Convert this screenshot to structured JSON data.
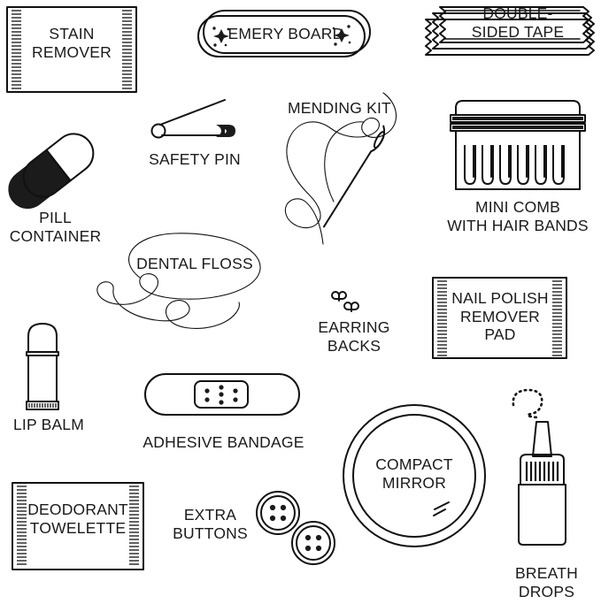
{
  "poster": {
    "title": "Travel Emergency Kit Items",
    "background_color": "#ffffff",
    "ink_color": "#111111",
    "item_count": 16
  },
  "items": [
    {
      "id": "stain-remover",
      "name": "stain-remover",
      "label": "STAIN\nREMOVER",
      "label_position": "inside",
      "icon": "sachet-packet-icon"
    },
    {
      "id": "emery-board",
      "name": "emery-board",
      "label": "EMERY BOARD",
      "label_position": "inside",
      "icon": "nail-file-icon"
    },
    {
      "id": "double-sided-tape",
      "name": "double-sided-tape",
      "label": "DOUBLE-\nSIDED TAPE",
      "label_position": "inside",
      "icon": "tape-strips-icon"
    },
    {
      "id": "pill-container",
      "name": "pill-container",
      "label": "PILL\nCONTAINER",
      "label_position": "below",
      "icon": "capsule-icon"
    },
    {
      "id": "safety-pin",
      "name": "safety-pin",
      "label": "SAFETY PIN",
      "label_position": "below",
      "icon": "safety-pin-icon"
    },
    {
      "id": "mending-kit",
      "name": "mending-kit",
      "label": "MENDING KIT",
      "label_position": "above",
      "icon": "needle-and-thread-icon"
    },
    {
      "id": "mini-comb",
      "name": "mini-comb-with-hair-bands",
      "label": "MINI COMB\nWITH HAIR BANDS",
      "label_position": "below",
      "icon": "comb-icon",
      "teeth": 11,
      "hair_bands": 2
    },
    {
      "id": "dental-floss",
      "name": "dental-floss",
      "label": "DENTAL FLOSS",
      "label_position": "inside",
      "icon": "floss-thread-icon"
    },
    {
      "id": "earring-backs",
      "name": "earring-backs",
      "label": "EARRING\nBACKS",
      "label_position": "below",
      "icon": "earring-back-icon",
      "count": 2
    },
    {
      "id": "nail-polish-remover-pad",
      "name": "nail-polish-remover-pad",
      "label": "NAIL POLISH\nREMOVER\nPAD",
      "label_position": "inside",
      "icon": "sachet-packet-icon"
    },
    {
      "id": "lip-balm",
      "name": "lip-balm",
      "label": "LIP BALM",
      "label_position": "below",
      "icon": "lip-balm-tube-icon"
    },
    {
      "id": "adhesive-bandage",
      "name": "adhesive-bandage",
      "label": "ADHESIVE BANDAGE",
      "label_position": "below",
      "icon": "bandage-icon",
      "pad_holes": 7
    },
    {
      "id": "deodorant-towelette",
      "name": "deodorant-towelette",
      "label": "DEODORANT\nTOWELETTE",
      "label_position": "inside",
      "icon": "sachet-packet-icon"
    },
    {
      "id": "extra-buttons",
      "name": "extra-buttons",
      "label": "EXTRA\nBUTTONS",
      "label_position": "left",
      "icon": "button-icon",
      "count": 2,
      "holes_each": 4
    },
    {
      "id": "compact-mirror",
      "name": "compact-mirror",
      "label": "COMPACT\nMIRROR",
      "label_position": "inside",
      "icon": "round-mirror-icon"
    },
    {
      "id": "breath-drops",
      "name": "breath-drops",
      "label": "BREATH\nDROPS",
      "label_position": "below",
      "icon": "dropper-bottle-icon"
    }
  ]
}
